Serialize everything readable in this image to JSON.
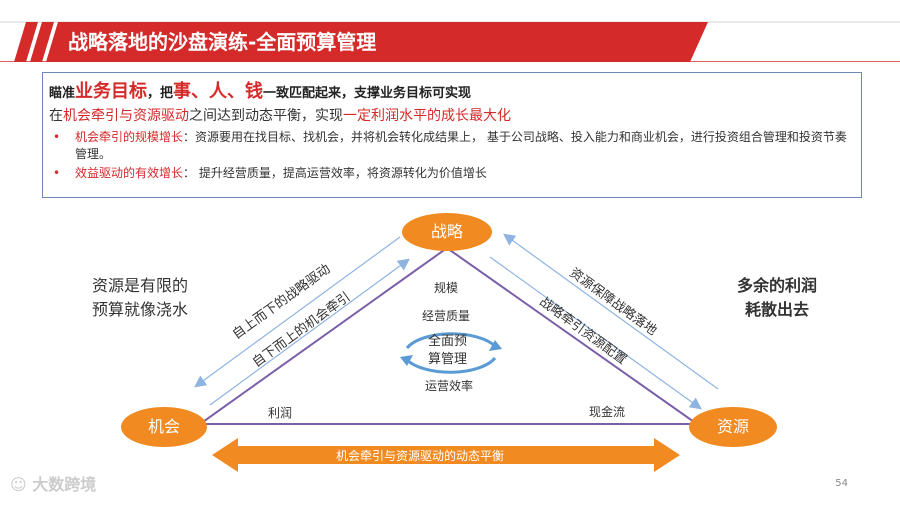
{
  "header": {
    "title": "战略落地的沙盘演练-全面预算管理"
  },
  "summary": {
    "line1_prefix": "瞄准",
    "line1_emph1": "业务目标",
    "line1_mid1": "，把",
    "line1_emph2": "事、人、钱",
    "line1_suffix": "一致匹配起来，支撑业务目标可实现",
    "line2_prefix": "在",
    "line2_red1": "机会牵引与资源驱动",
    "line2_mid": "之间达到动态平衡，实现",
    "line2_red2": "一定利润水平的成长最大化",
    "bullets": [
      {
        "label": "机会牵引的规模增长",
        "text": "：资源要用在找目标、找机会，并将机会转化成结果上，  基于公司战略、投入能力和商业机会，进行投资组合管理和投资节奏管理。"
      },
      {
        "label": "效益驱动的有效增长",
        "text": "：  提升经营质量，提高运营效率，将资源转化为价值增长"
      }
    ]
  },
  "diagram": {
    "node_top": "战略",
    "node_left": "机会",
    "node_right": "资源",
    "left_side_text": [
      "资源是有限的",
      "预算就像浇水"
    ],
    "right_side_text": [
      "多余的利润",
      "耗散出去"
    ],
    "arrow_left_outer": "自上而下的战略驱动",
    "arrow_left_inner": "自下而上的机会牵引",
    "arrow_right_outer": "资源保障战略落地",
    "arrow_right_inner": "战略牵引资源配置",
    "inner_top": "规模",
    "inner_quality": "经营质量",
    "inner_center": [
      "全面预",
      "算管理"
    ],
    "inner_efficiency": "运营效率",
    "inner_left": "利润",
    "inner_right": "现金流",
    "bottom_arrow": "机会牵引与资源驱动的动态平衡"
  },
  "colors": {
    "red": "#d42a2a",
    "orange": "#f08a21",
    "purple": "#7b5ea8",
    "blue_arrow": "#8fb4e0"
  },
  "footer": {
    "page": "54",
    "logo": "大数跨境"
  }
}
